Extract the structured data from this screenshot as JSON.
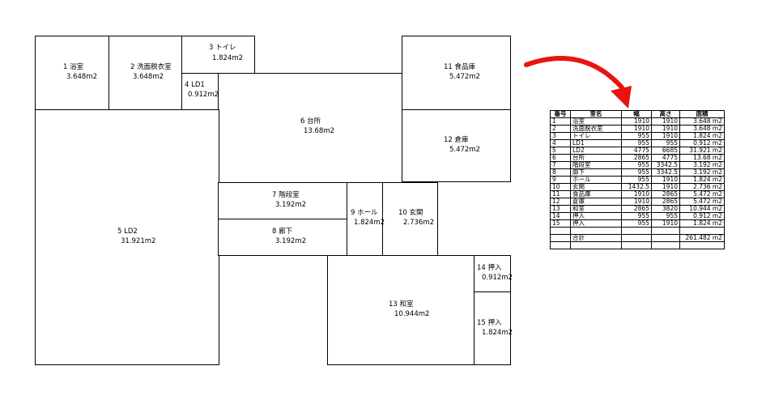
{
  "rooms": [
    {
      "id": "1",
      "name": "浴室",
      "area": "3.648m2"
    },
    {
      "id": "2",
      "name": "洗面脱衣室",
      "area": "3.648m2"
    },
    {
      "id": "3",
      "name": "トイレ",
      "area": "1.824m2"
    },
    {
      "id": "4",
      "name": "LD1",
      "area": "0.912m2"
    },
    {
      "id": "5",
      "name": "LD2",
      "area": "31.921m2"
    },
    {
      "id": "6",
      "name": "台所",
      "area": "13.68m2"
    },
    {
      "id": "7",
      "name": "階段室",
      "area": "3.192m2"
    },
    {
      "id": "8",
      "name": "廊下",
      "area": "3.192m2"
    },
    {
      "id": "9",
      "name": "ホール",
      "area": "1.824m2"
    },
    {
      "id": "10",
      "name": "玄関",
      "area": "2.736m2"
    },
    {
      "id": "11",
      "name": "食品庫",
      "area": "5.472m2"
    },
    {
      "id": "12",
      "name": "倉庫",
      "area": "5.472m2"
    },
    {
      "id": "13",
      "name": "和室",
      "area": "10.944m2"
    },
    {
      "id": "14",
      "name": "押入",
      "area": "0.912m2"
    },
    {
      "id": "15",
      "name": "押入",
      "area": "1.824m2"
    }
  ],
  "table": {
    "headers": [
      "番号",
      "室名",
      "幅",
      "高さ",
      "面積"
    ],
    "rows": [
      [
        "1",
        "浴室",
        "1910",
        "1910",
        "3.648 m2"
      ],
      [
        "2",
        "洗面脱衣室",
        "1910",
        "1910",
        "3.648 m2"
      ],
      [
        "3",
        "トイレ",
        "955",
        "1910",
        "1.824 m2"
      ],
      [
        "4",
        "LD1",
        "955",
        "955",
        "0.912 m2"
      ],
      [
        "5",
        "LD2",
        "4775",
        "6685",
        "31.921 m2"
      ],
      [
        "6",
        "台所",
        "2865",
        "4775",
        "13.68 m2"
      ],
      [
        "7",
        "階段室",
        "955",
        "3342.5",
        "3.192 m2"
      ],
      [
        "8",
        "廊下",
        "955",
        "3342.5",
        "3.192 m2"
      ],
      [
        "9",
        "ホール",
        "955",
        "1910",
        "1.824 m2"
      ],
      [
        "10",
        "玄関",
        "1432.5",
        "1910",
        "2.736 m2"
      ],
      [
        "11",
        "食品庫",
        "1910",
        "2865",
        "5.472 m2"
      ],
      [
        "12",
        "倉庫",
        "1910",
        "2865",
        "5.472 m2"
      ],
      [
        "13",
        "和室",
        "2865",
        "3820",
        "10.944 m2"
      ],
      [
        "14",
        "押入",
        "955",
        "955",
        "0.912 m2"
      ],
      [
        "15",
        "押入",
        "955",
        "1910",
        "1.824 m2"
      ]
    ],
    "total_label": "合計",
    "total_value": "261.482 m2"
  },
  "colors": {
    "arrow": "#e8150f",
    "lines": "#000000"
  }
}
